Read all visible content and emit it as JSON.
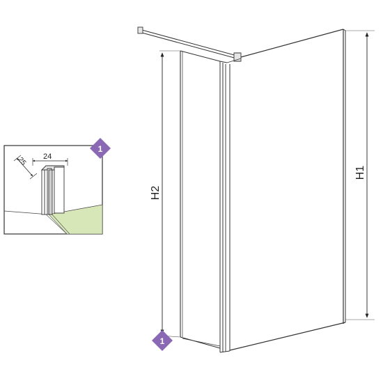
{
  "dimensions": {
    "height_total": "H1",
    "height_side_panel": "H2",
    "profile_width": "24",
    "profile_depth": "25"
  },
  "callouts": {
    "detail_marker": "1",
    "location_marker": "1"
  },
  "colors": {
    "badge": "#8b68b3",
    "floor": "#d8e7b8",
    "line": "#333333"
  },
  "icons": {
    "detail_marker": "diamond-badge-icon",
    "location_marker": "diamond-badge-icon"
  }
}
